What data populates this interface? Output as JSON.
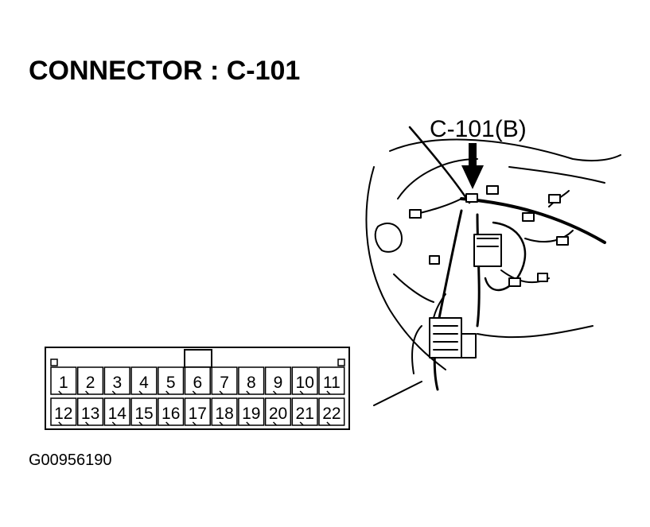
{
  "title": "CONNECTOR : C-101",
  "callout_label": "C-101(B)",
  "figure_id": "G00956190",
  "connector": {
    "top_row": [
      "1",
      "2",
      "3",
      "4",
      "5",
      "6",
      "7",
      "8",
      "9",
      "10",
      "11"
    ],
    "bottom_row": [
      "12",
      "13",
      "14",
      "15",
      "16",
      "17",
      "18",
      "19",
      "20",
      "21",
      "22"
    ]
  },
  "icons": {
    "arrow": "down-arrow-icon"
  },
  "colors": {
    "ink": "#000000",
    "paper": "#ffffff"
  }
}
